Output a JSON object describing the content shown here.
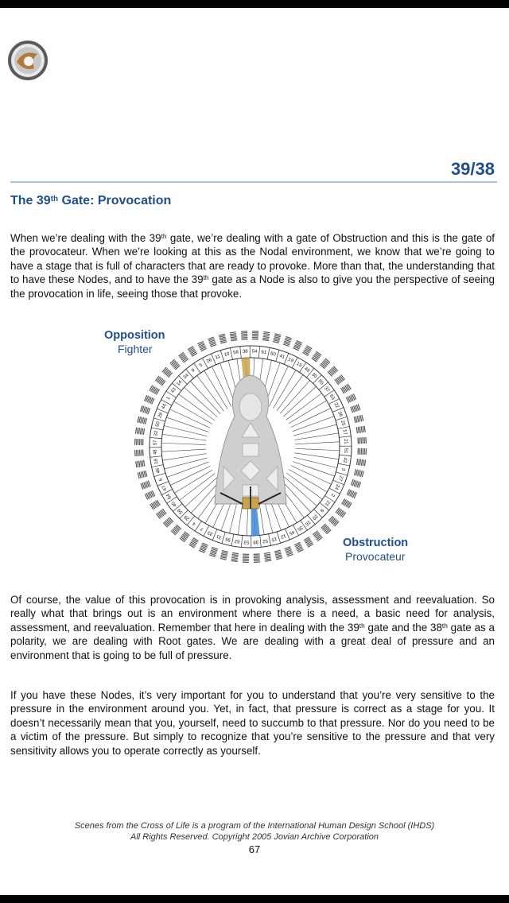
{
  "header": {
    "page_code": "39/38"
  },
  "section": {
    "title_pre": "The 39",
    "title_sup": "th",
    "title_post": " Gate: Provocation"
  },
  "p1": {
    "a": "When we’re dealing with the 39",
    "sup1": "th",
    "b": " gate, we’re dealing with a gate of Obstruction and this is the gate of the provocateur.  When we’re looking at this as the Nodal environment, we know that we’re going to have a stage that is full of characters that are ready to provoke.  More than that, the understanding that to have these Nodes, and to have the 39",
    "sup2": "th",
    "c": " gate as a Node is also to give you the perspective of seeing the provocation in life, seeing those that provoke."
  },
  "diagram": {
    "top_label": "Opposition",
    "top_sublabel": "Fighter",
    "bottom_label": "Obstruction",
    "bottom_sublabel": "Provocateur",
    "highlight_top_color": "#c9a24a",
    "highlight_bottom_color": "#3f86d6",
    "highlight_top_gate": "38",
    "highlight_bottom_gate": "39",
    "gates": [
      "41",
      "19",
      "13",
      "49",
      "30",
      "55",
      "37",
      "63",
      "22",
      "36",
      "25",
      "17",
      "21",
      "51",
      "42",
      "3",
      "27",
      "24",
      "2",
      "23",
      "8",
      "20",
      "16",
      "35",
      "45",
      "12",
      "15",
      "52",
      "39",
      "53",
      "62",
      "56",
      "31",
      "33",
      "7",
      "4",
      "29",
      "59",
      "40",
      "64",
      "47",
      "6",
      "46",
      "18",
      "48",
      "57",
      "32",
      "50",
      "28",
      "44",
      "1",
      "43",
      "14",
      "34",
      "9",
      "5",
      "26",
      "11",
      "10",
      "58",
      "38",
      "54",
      "61",
      "60"
    ]
  },
  "p2": {
    "a": "Of course, the value of this provocation is in provoking analysis, assessment and reevaluation.  So really what that brings out is an environment where there is a need, a basic need for analysis, assessment, and reevaluation.  Remember that here in dealing with the 39",
    "sup1": "th",
    "b": " gate and the 38",
    "sup2": "th",
    "c": " gate as a polarity, we are dealing with Root gates.  We are dealing with a great deal of pressure and an environment that is going to be full of pressure."
  },
  "p3": {
    "text": "If you have these Nodes, it’s very important for you to understand that you’re very sensitive to the pressure in the environment around you.  Yet, in fact, that pressure is correct as a stage for you.  It doesn’t necessarily mean that you, yourself, need to succumb to that pressure.  Nor do you need to be a victim of the pressure.  But simply to recognize that you’re sensitive to the pressure and that very sensitivity allows you to operate correctly as yourself."
  },
  "footer": {
    "line1": "Scenes from the Cross of Life is a program of the International Human Design School (IHDS)",
    "line2": "All Rights Reserved.  Copyright 2005 Jovian Archive Corporation",
    "page_number": "67"
  }
}
